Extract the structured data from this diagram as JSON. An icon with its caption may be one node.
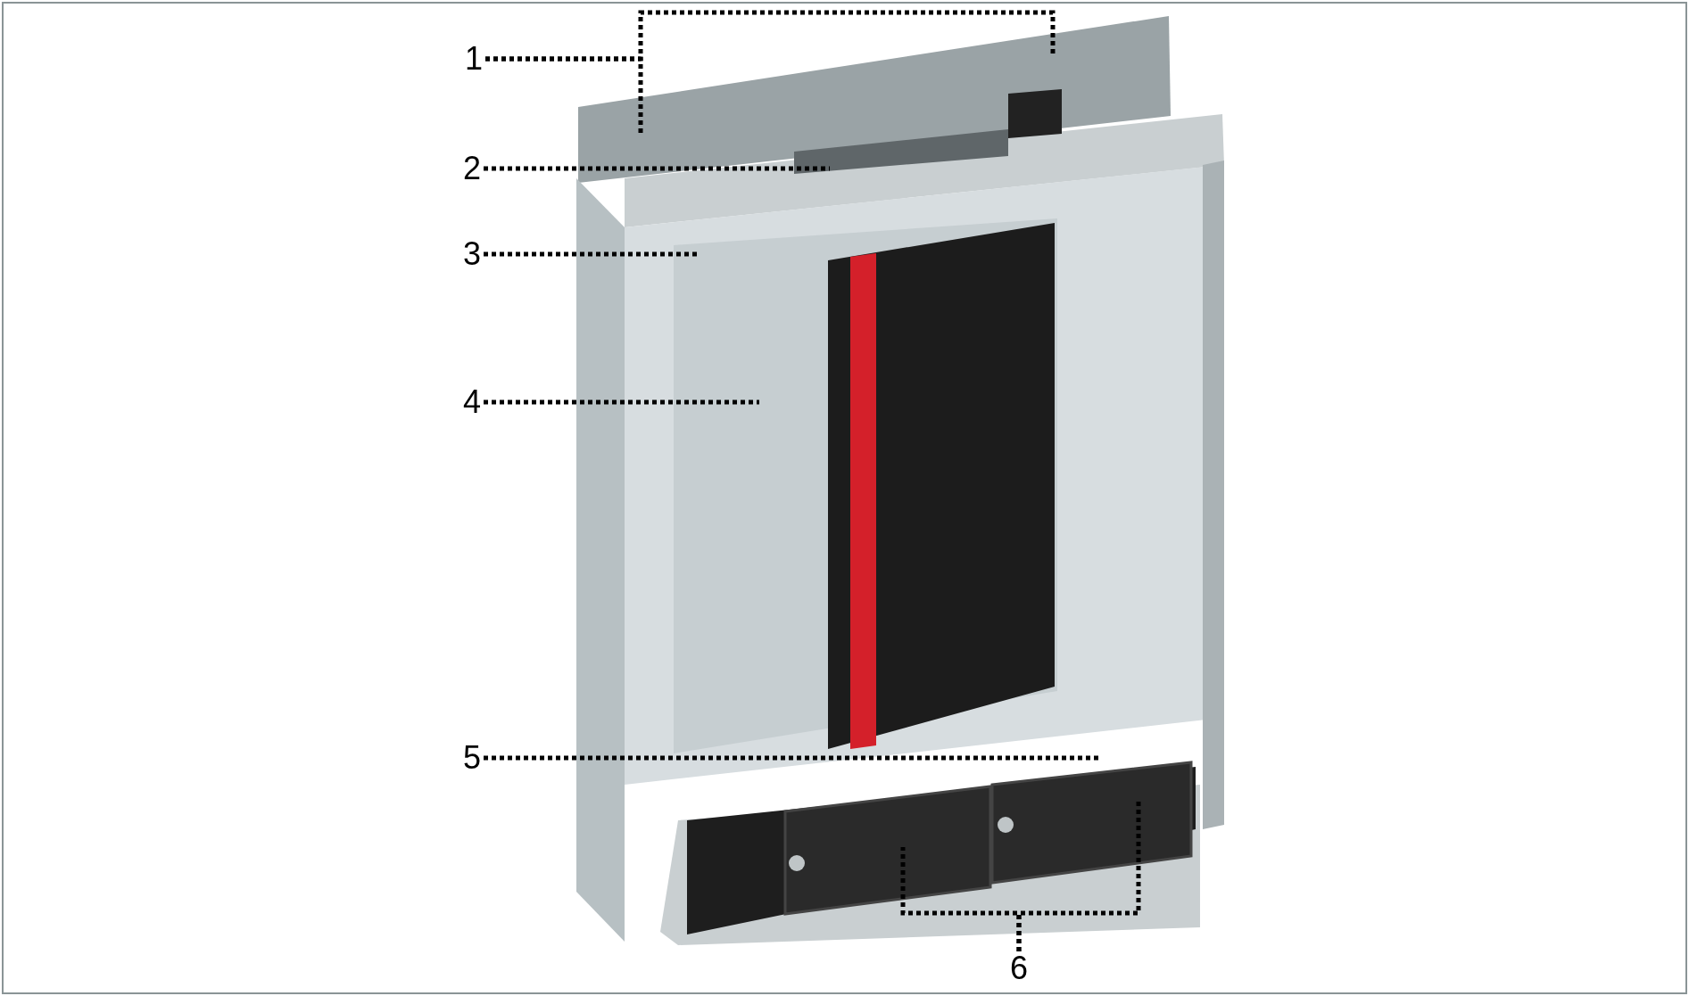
{
  "diagram": {
    "nodes": [
      {
        "text": [
          "1"
        ]
      },
      {
        "text": [
          "2"
        ]
      },
      {
        "text": [
          "3"
        ]
      },
      {
        "text": [
          "4"
        ]
      },
      {
        "text": [
          "5"
        ]
      },
      {
        "text": [
          "6"
        ]
      }
    ],
    "edges": [
      {
        "from": 0,
        "to": null,
        "arrow": "none"
      },
      {
        "from": 0,
        "to": null,
        "arrow": "none"
      },
      {
        "from": 1,
        "to": null,
        "arrow": "none"
      },
      {
        "from": 2,
        "to": null,
        "arrow": "none"
      },
      {
        "from": 3,
        "to": null,
        "arrow": "none"
      },
      {
        "from": 4,
        "to": null,
        "arrow": "none"
      },
      {
        "from": 5,
        "to": null,
        "arrow": "none"
      },
      {
        "from": 5,
        "to": null,
        "arrow": "none"
      }
    ]
  }
}
